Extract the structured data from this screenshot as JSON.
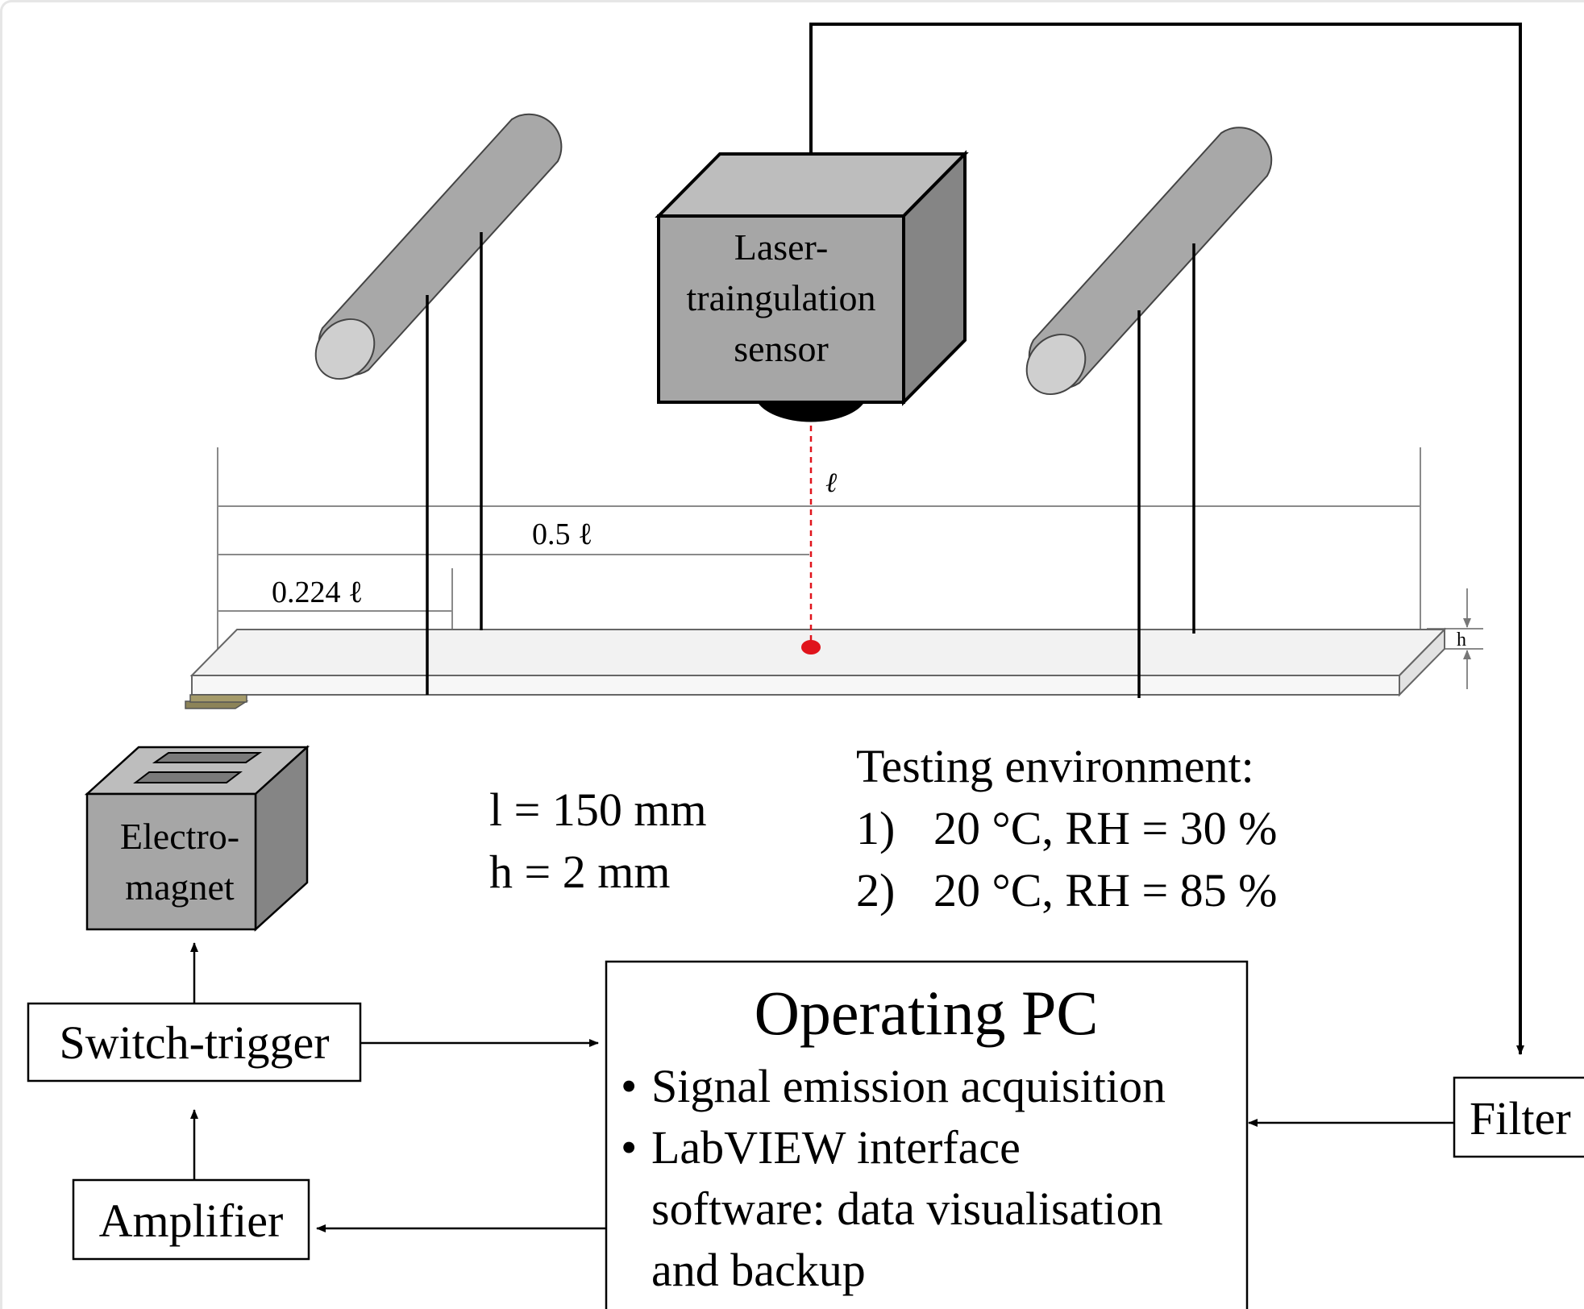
{
  "sensor": {
    "label_lines": [
      "Laser-",
      "traingulation",
      "sensor"
    ]
  },
  "beam": {
    "length_symbol": "ℓ",
    "laser_color": "#e0141c"
  },
  "dimensions": {
    "half_length": "0.5 ℓ",
    "support_position": "0.224 ℓ",
    "thickness_symbol": "h"
  },
  "electromagnet": {
    "label_lines": [
      "Electro-",
      "magnet"
    ]
  },
  "parameters": {
    "length": "l = 150 mm",
    "thickness": "h = 2 mm"
  },
  "environment": {
    "title": "Testing environment:",
    "conditions": [
      {
        "index": "1)",
        "text": "20 °C, RH = 30 %"
      },
      {
        "index": "2)",
        "text": "20 °C, RH = 85 %"
      }
    ]
  },
  "blocks": {
    "switch_trigger": "Switch-trigger",
    "amplifier": "Amplifier",
    "filter": "Filter"
  },
  "operating_pc": {
    "title": "Operating PC",
    "bullets": [
      "Signal emission acquisition",
      "LabVIEW interface"
    ],
    "continuation": [
      "software: data visualisation",
      "and backup"
    ]
  },
  "colors": {
    "rod_fill": "#a8a8a8",
    "rod_end": "#cfcfcf",
    "box_front": "#a6a6a6",
    "box_top": "#bdbdbd",
    "box_side": "#858585",
    "plate_fill": "#f2f2f2",
    "clamp_fill": "#8c8358"
  }
}
